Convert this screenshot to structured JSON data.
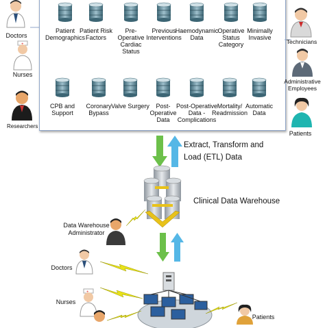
{
  "users_left": {
    "doctors": "Doctors",
    "nurses": "Nurses",
    "researchers": "Researchers"
  },
  "users_right": {
    "technicians": "Technicians",
    "admin_line1": "Administrative",
    "admin_line2": "Employees",
    "patients": "Patients"
  },
  "sources_row1": [
    {
      "lines": [
        "Patient",
        "Demographics"
      ]
    },
    {
      "lines": [
        "Patient Risk",
        "Factors"
      ]
    },
    {
      "lines": [
        "Pre-",
        "Operative",
        "Cardiac",
        "Status"
      ]
    },
    {
      "lines": [
        "Previous",
        "Interventions"
      ]
    },
    {
      "lines": [
        "Haemodynamic",
        "Data"
      ]
    },
    {
      "lines": [
        "Operative",
        "Status",
        "Category"
      ]
    },
    {
      "lines": [
        "Minimally",
        "Invasive"
      ]
    }
  ],
  "sources_row2": [
    {
      "lines": [
        "CPB and",
        "Support"
      ]
    },
    {
      "lines": [
        "Coronary",
        "Bypass"
      ]
    },
    {
      "lines": [
        "Valve Surgery"
      ]
    },
    {
      "lines": [
        "Post-",
        "Operative",
        "Data"
      ]
    },
    {
      "lines": [
        "Post-Operative",
        "Data -",
        "Complications"
      ]
    },
    {
      "lines": [
        "Mortality/",
        "Readmission"
      ]
    },
    {
      "lines": [
        "Automatic",
        "Data"
      ]
    }
  ],
  "etl": {
    "line1": "Extract, Transform and",
    "line2": "Load (ETL) Data"
  },
  "warehouse": {
    "label": "Clinical Data Warehouse"
  },
  "dw_admin": {
    "line1": "Data Warehouse",
    "line2": "Administrator"
  },
  "bottom_users": {
    "doctors": "Doctors",
    "nurses": "Nurses",
    "patients": "Patients"
  },
  "colors": {
    "border": "#8fa5c8",
    "arrow_green": "#6cc04a",
    "arrow_blue": "#55b7e6",
    "cylinder": "#c7cdd3",
    "bolt": "#e8e21a",
    "db_icon": "#4a7a8a"
  }
}
